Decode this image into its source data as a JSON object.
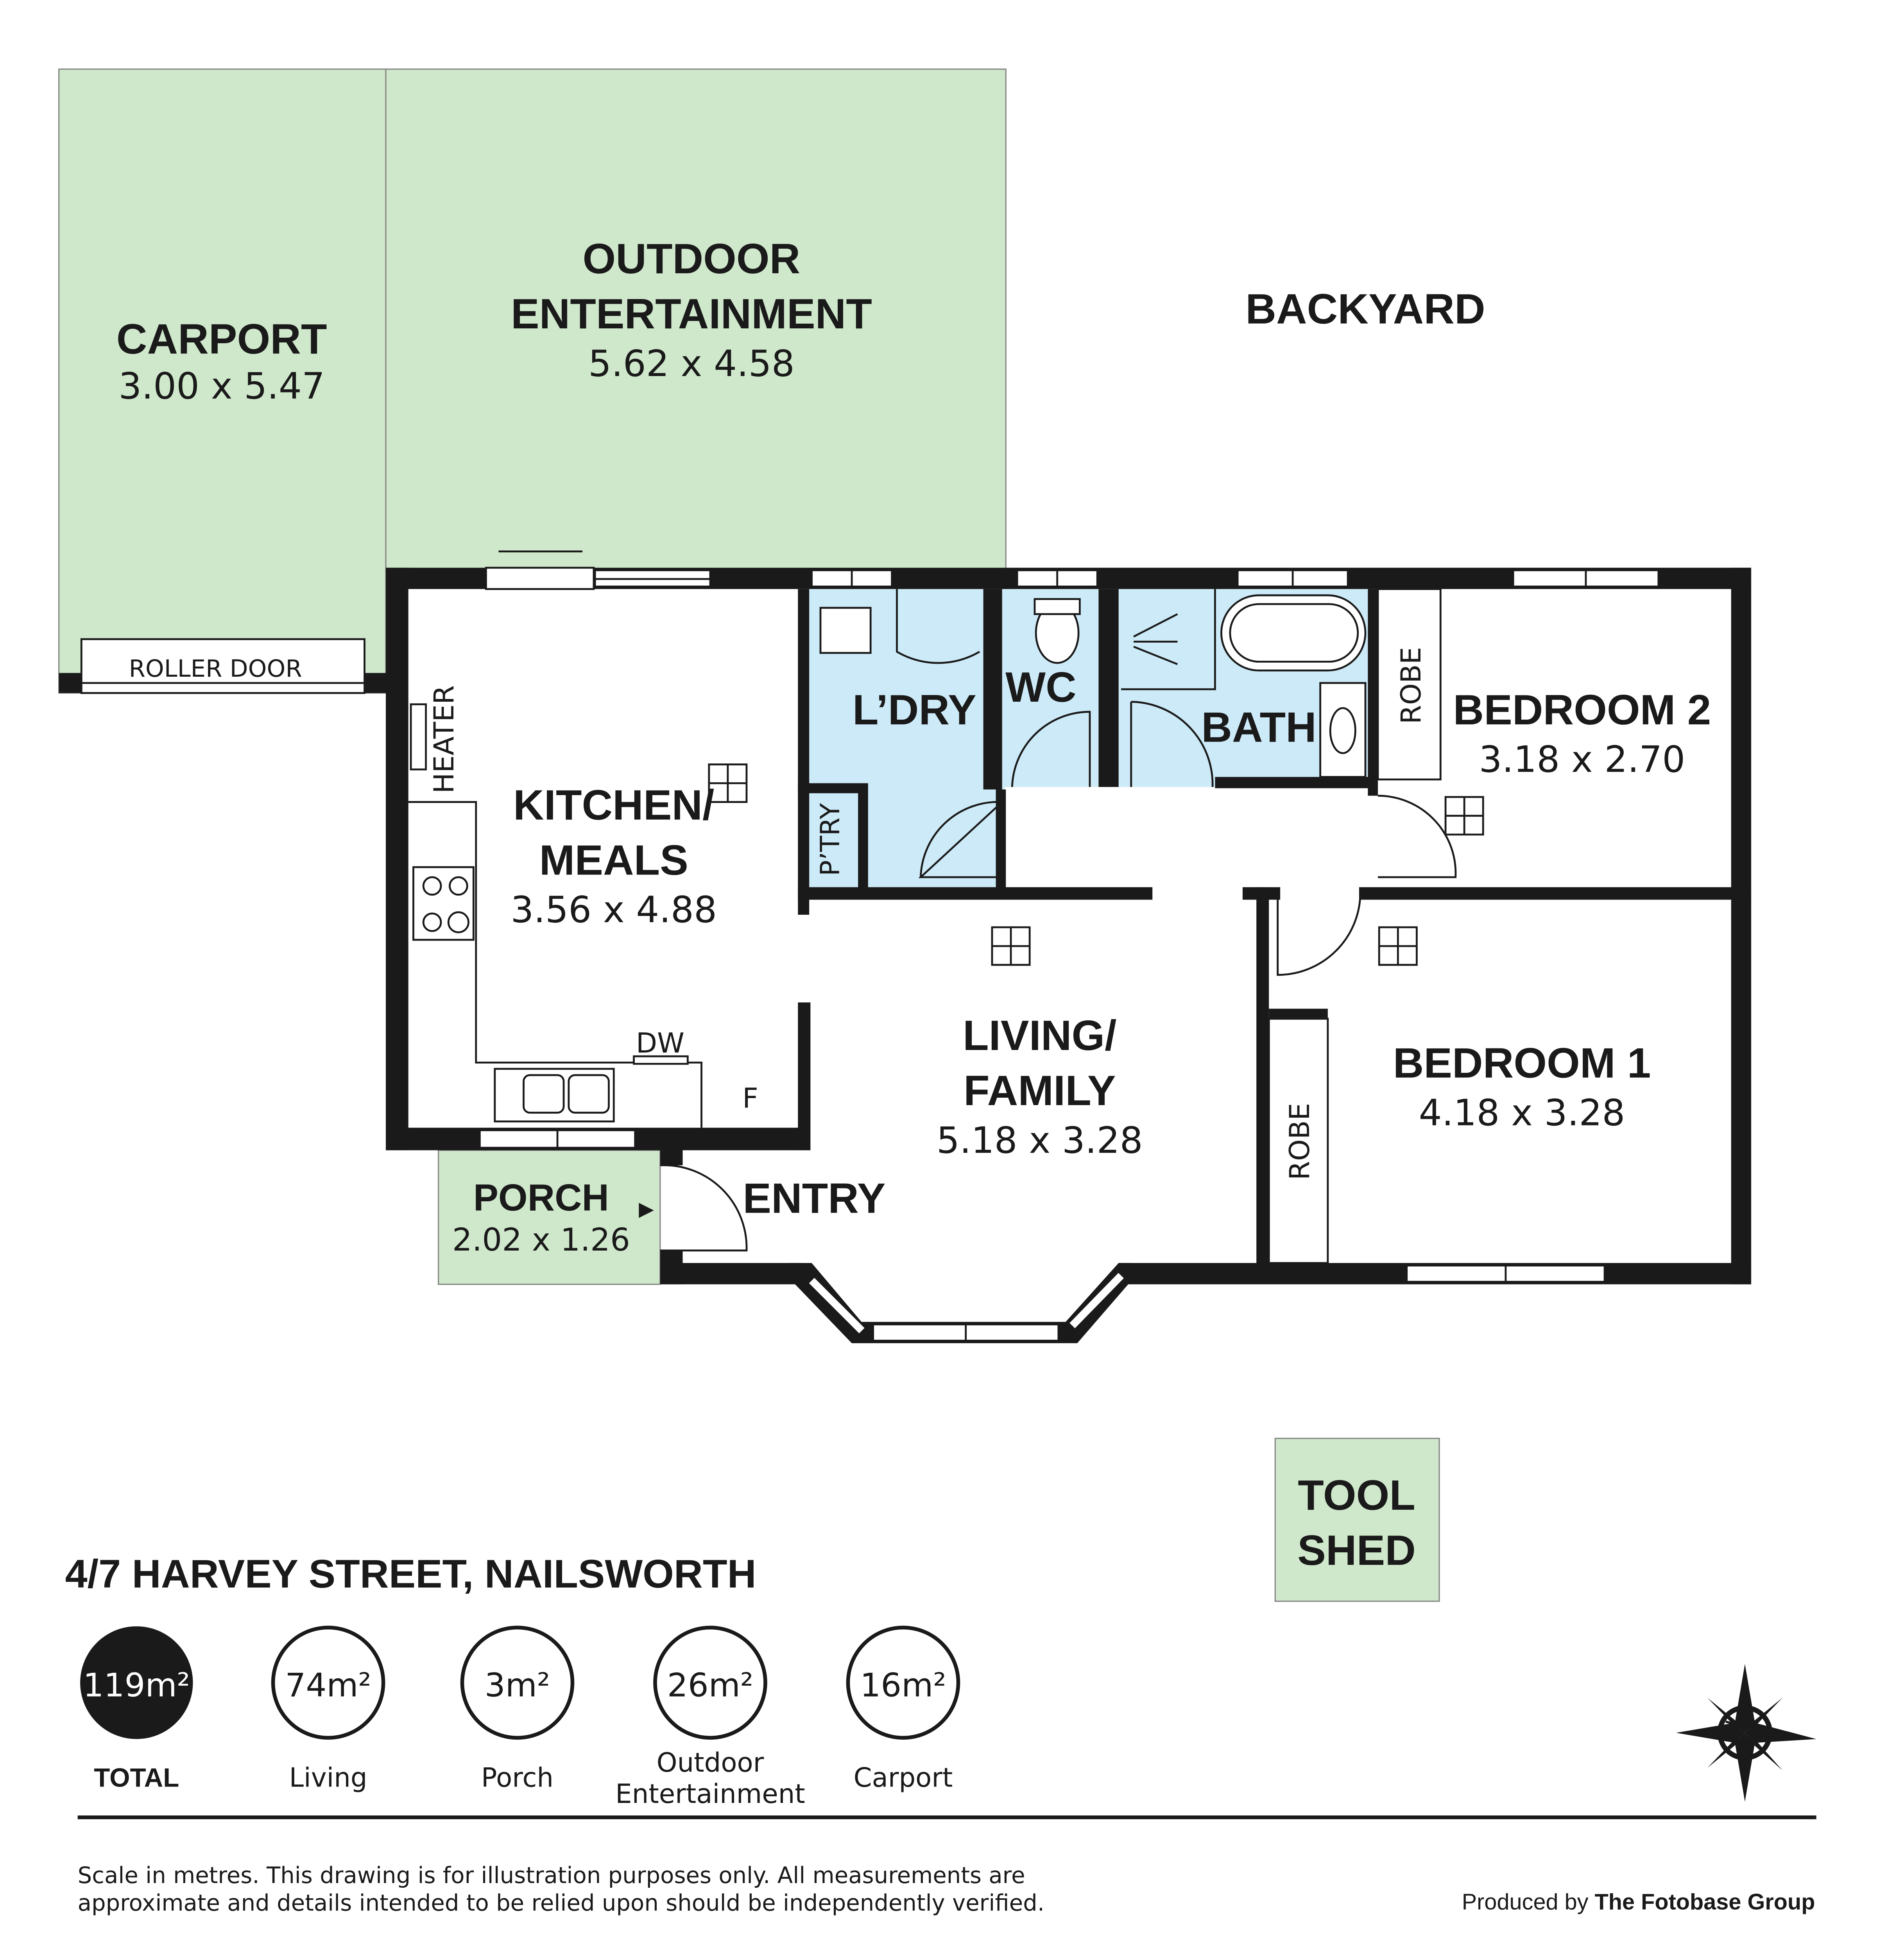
{
  "colors": {
    "outdoor": "#cfe8cb",
    "wet": "#cdeaf8",
    "wall": "#1a1a1a"
  },
  "rooms": {
    "carport": {
      "name": "CARPORT",
      "dims": "3.00 x 5.47"
    },
    "outdoor": {
      "name1": "OUTDOOR",
      "name2": "ENTERTAINMENT",
      "dims": "5.62 x 4.58"
    },
    "backyard": {
      "name": "BACKYARD"
    },
    "roller_door": "ROLLER DOOR",
    "heater": "HEATER",
    "kitchen": {
      "name1": "KITCHEN/",
      "name2": "MEALS",
      "dims": "3.56 x 4.88"
    },
    "dw": "DW",
    "f": "F",
    "laundry": {
      "name": "L’DRY"
    },
    "pantry": {
      "name": "P’TRY"
    },
    "wc": {
      "name": "WC"
    },
    "bath": {
      "name": "BATH"
    },
    "robe2": "ROBE",
    "bedroom2": {
      "name": "BEDROOM 2",
      "dims": "3.18 x 2.70"
    },
    "living": {
      "name1": "LIVING/",
      "name2": "FAMILY",
      "dims": "5.18 x 3.28"
    },
    "bedroom1": {
      "name": "BEDROOM 1",
      "dims": "4.18 x 3.28"
    },
    "robe1": "ROBE",
    "porch": {
      "name": "PORCH",
      "dims": "2.02 x 1.26"
    },
    "entry": {
      "name": "ENTRY"
    },
    "toolshed": {
      "name1": "TOOL",
      "name2": "SHED"
    }
  },
  "address": "4/7 HARVEY STREET, NAILSWORTH",
  "areas": [
    {
      "value": "119m²",
      "label": "TOTAL"
    },
    {
      "value": "74m²",
      "label": "Living"
    },
    {
      "value": "3m²",
      "label": "Porch"
    },
    {
      "value": "26m²",
      "label1": "Outdoor",
      "label2": "Entertainment"
    },
    {
      "value": "16m²",
      "label": "Carport"
    }
  ],
  "disclaimer1": "Scale in metres. This drawing is for illustration purposes only. All measurements are",
  "disclaimer2": "approximate and details intended to be relied upon should be independently verified.",
  "credit_prefix": "Produced by ",
  "credit_brand": "The Fotobase Group",
  "compass": "compass-rose-icon"
}
